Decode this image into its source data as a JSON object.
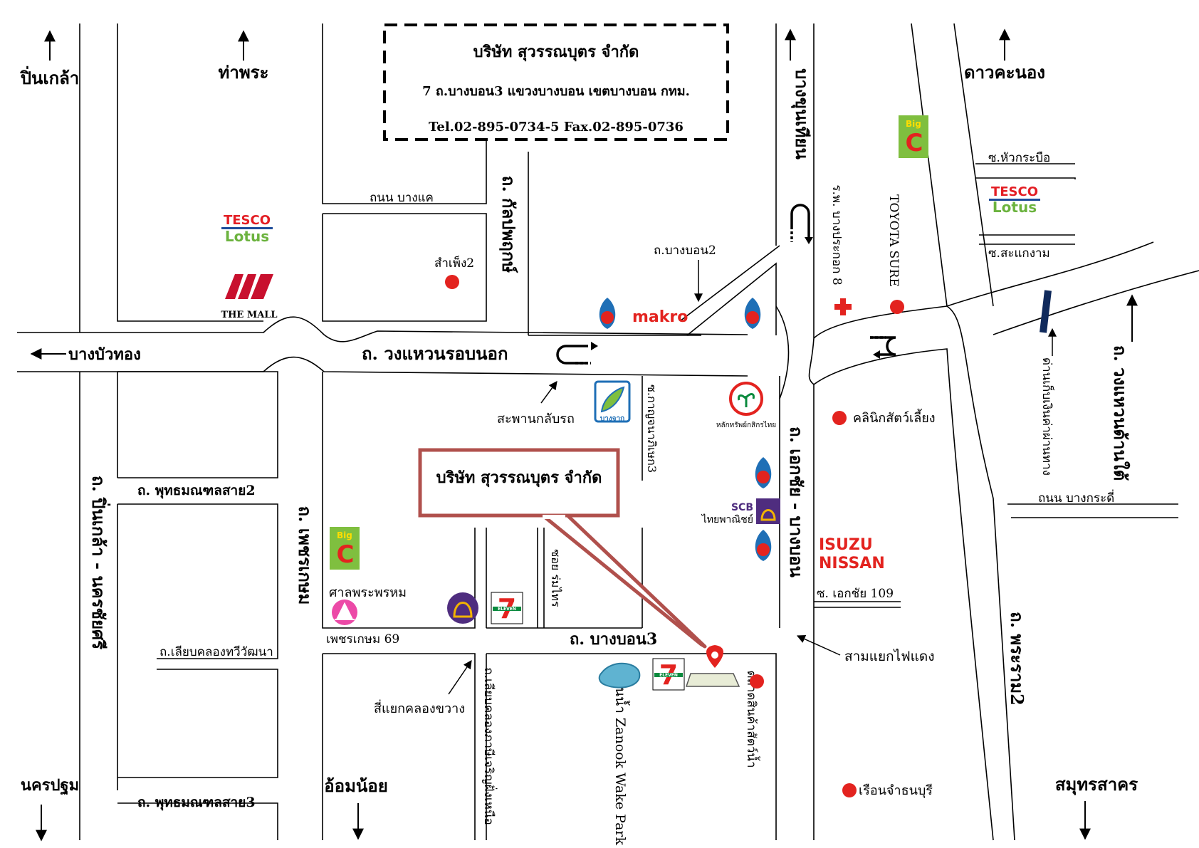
{
  "header_box": {
    "company": "บริษัท สุวรรณบุตร จำกัด",
    "address": "7 ถ.บางบอน3 แขวงบางบอน เขตบางบอน กทม.",
    "contact": "Tel.02-895-0734-5 Fax.02-895-0736"
  },
  "callout": {
    "company": "บริษัท สุวรรณบุตร จำกัด"
  },
  "directions": {
    "pinklao": "ปิ่นเกล้า",
    "thapra": "ท่าพระ",
    "bangkhunnon": "บางขุนเทียน",
    "daokanong": "ดาวคะนอง",
    "bangbuathong": "บางบัวทอง",
    "nakhonpathom": "นครปฐม",
    "omnoi": "อ้อมน้อย",
    "samutsakhon": "สมุทรสาคร"
  },
  "roads": {
    "kanchanaphisek": "ถ. วงแหวนรอบนอก",
    "bangkhae": "ถนน บางแค",
    "kalpaphruek": "ถ. กัลปพฤกษ์",
    "bangbon2": "ถ.บางบอน2",
    "phutthamonthon2": "ถ. พุทธมณฑลสาย2",
    "phutthamonthon3": "ถ. พุทธมณฑลสาย3",
    "pinklao_nakhonchaisi": "ถ. ปิ่นเกล้า - นครชัยศรี",
    "phetkasem": "ถ. เพชรเกษม",
    "phetkasem69": "เพชรเกษม 69",
    "liap_thawiwatthana": "ถ.เลียบคลองทวีวัฒนา",
    "bangbon3": "ถ. บางบอน3",
    "ekkachai_bangbon": "ถ. เอกชัย - บางบอน",
    "soi_ekkachai109": "ซ. เอกชัย 109",
    "soi_kanchanaphisek3": "ซ.กาญจนาภิเษก3",
    "soi_romsai": "ซอย ร่มไทร",
    "liap_phasicharoen": "ถ.เลียบคลองภาษีเจริญฝั่งเหนือ",
    "bangkradi": "ถนน บางกระดี่",
    "rama2": "ถ. พระราม2",
    "kanchanaphisek_south": "ถ. วงแหวนด้านใต้",
    "soi_huakrabue": "ซ.หัวกระบือ",
    "soi_sakaengam": "ซ.สะแกงาม",
    "bangkhunthian_road": "บางขุนเทียน"
  },
  "places": {
    "samphaeng2": "สำเพ็ง2",
    "uturn_bridge": "สะพานกลับรถ",
    "sala_phrom": "ศาลพระพรหม",
    "si_yaek": "สี่แยกคลองขวาง",
    "zanook": "สวนน้ำ Zanook Wake Park",
    "market": "ตลาดสินค้าสัตว์น้ำ",
    "traffic_light": "สามแยกไฟแดง",
    "hospital": "ร.พ. บางประกอก 8",
    "toyota": "TOYOTA SURE",
    "pet_clinic": "คลินิกสัตว์เลี้ยง",
    "ruean": "เรือนจำธนบุรี",
    "toll": "ด่านเก็บเงินค่าผ่านทาง"
  },
  "logos": {
    "tesco": "TESCO",
    "lotus": "Lotus",
    "the_mall": "THE MALL",
    "makro": "makro",
    "bigc": "Big C",
    "bangchak": "บางจาก",
    "kasikorn": "หลักทรัพย์กสิกรไทย",
    "scb_en": "SCB",
    "scb_th": "ไทยพาณิชย์",
    "isuzu": "ISUZU",
    "nissan": "NISSAN",
    "seven": "7",
    "eleven": "ELEVEN"
  },
  "colors": {
    "pin_red": "#e3231f",
    "callout_border": "#b0504c",
    "tesco_red": "#e31e24",
    "tesco_blue": "#1e4c9a",
    "lotus_green": "#6cb33f",
    "ptt_blue": "#1f6fb6",
    "scb_purple": "#4f2d7f",
    "toll_navy": "#102a5c"
  }
}
